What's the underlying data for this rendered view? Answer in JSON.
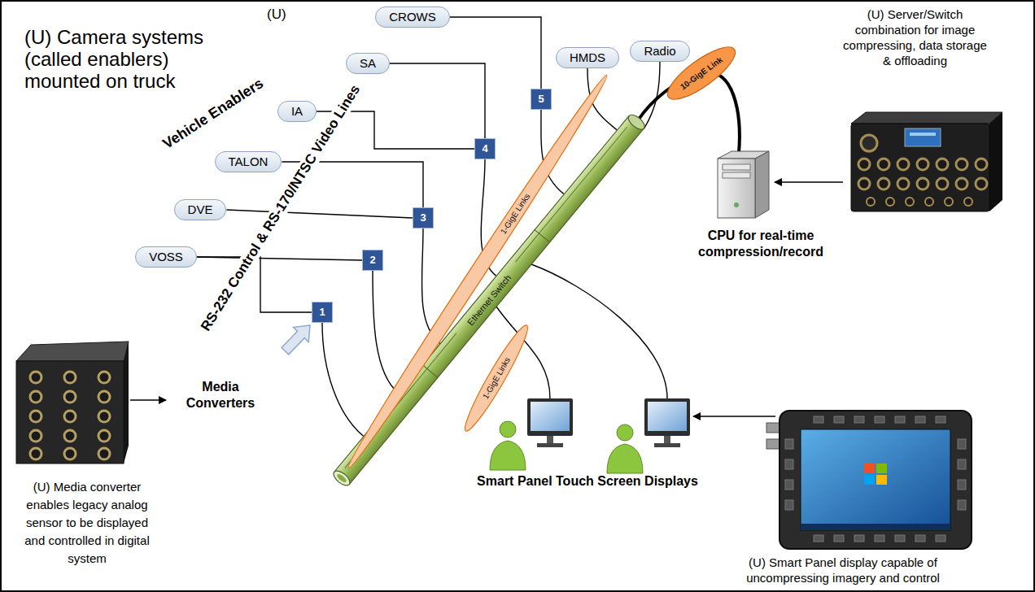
{
  "diagram": {
    "title": "(U) Camera systems (called enablers) mounted on truck",
    "nodes": [
      {
        "text": [
          "CROWS"
        ]
      },
      {
        "text": [
          "HMDS"
        ]
      },
      {
        "text": [
          "Radio"
        ]
      },
      {
        "text": [
          "SA"
        ]
      },
      {
        "text": [
          "IA"
        ]
      },
      {
        "text": [
          "TALON"
        ]
      },
      {
        "text": [
          "DVE"
        ]
      },
      {
        "text": [
          "VOSS"
        ]
      },
      {
        "text": [
          "5"
        ]
      },
      {
        "text": [
          "4"
        ]
      },
      {
        "text": [
          "3"
        ]
      },
      {
        "text": [
          "2"
        ]
      },
      {
        "text": [
          "1"
        ]
      },
      {
        "text": [
          "Ethernet Switch"
        ]
      },
      {
        "text": [
          "1-GigE Links"
        ]
      },
      {
        "text": [
          "1-GigE Links"
        ]
      },
      {
        "text": [
          "10-GigE Link"
        ]
      }
    ],
    "edges": [
      {
        "from": 0,
        "to": 8,
        "arrow": "none"
      },
      {
        "from": 3,
        "to": 9,
        "arrow": "none"
      },
      {
        "from": 4,
        "to": 9,
        "arrow": "none"
      },
      {
        "from": 5,
        "to": 10,
        "arrow": "none"
      },
      {
        "from": 6,
        "to": 10,
        "arrow": "none"
      },
      {
        "from": 7,
        "to": 11,
        "arrow": "none"
      },
      {
        "from": 7,
        "to": 12,
        "arrow": "none"
      },
      {
        "from": 12,
        "to": 13,
        "arrow": "none"
      },
      {
        "from": 11,
        "to": 13,
        "arrow": "none"
      },
      {
        "from": 10,
        "to": 13,
        "arrow": "none"
      },
      {
        "from": 9,
        "to": 13,
        "arrow": "none"
      },
      {
        "from": 8,
        "to": 13,
        "arrow": "none"
      },
      {
        "from": 1,
        "to": 13,
        "arrow": "none"
      },
      {
        "from": 2,
        "to": 13,
        "arrow": "none"
      }
    ],
    "labels": [
      "(U)",
      "Vehicle Enablers",
      "RS-232 Control & RS-170/NTSC Video Lines",
      "Media Converters",
      "(U) Media converter enables legacy analog sensor to be displayed and controlled in digital system",
      "(U) Server/Switch combination for image compressing, data storage & offloading",
      "CPU for real-time compression/record",
      "Smart Panel Touch Screen Displays",
      "(U) Smart Panel display capable of uncompressing imagery and control"
    ]
  }
}
